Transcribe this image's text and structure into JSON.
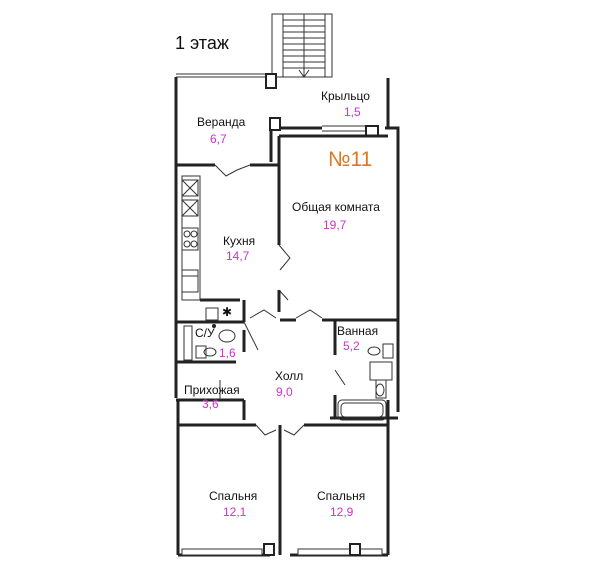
{
  "floor_label": "1 этаж",
  "apartment_number": "№11",
  "colors": {
    "area": "#cc33cc",
    "apartment_number": "#d97a1f",
    "walls": "#222222"
  },
  "rooms": [
    {
      "id": "veranda",
      "name": "Веранда",
      "area": "6,7"
    },
    {
      "id": "porch",
      "name": "Крыльцо",
      "area": "1,5"
    },
    {
      "id": "living",
      "name": "Общая комната",
      "area": "19,7"
    },
    {
      "id": "kitchen",
      "name": "Кухня",
      "area": "14,7"
    },
    {
      "id": "wc",
      "name": "С/У",
      "area": "1,6"
    },
    {
      "id": "bath",
      "name": "Ванная",
      "area": "5,2"
    },
    {
      "id": "hall",
      "name": "Холл",
      "area": "9,0"
    },
    {
      "id": "entry",
      "name": "Прихожая",
      "area": "3,6"
    },
    {
      "id": "bedroom1",
      "name": "Спальня",
      "area": "12,1"
    },
    {
      "id": "bedroom2",
      "name": "Спальня",
      "area": "12,9"
    }
  ]
}
